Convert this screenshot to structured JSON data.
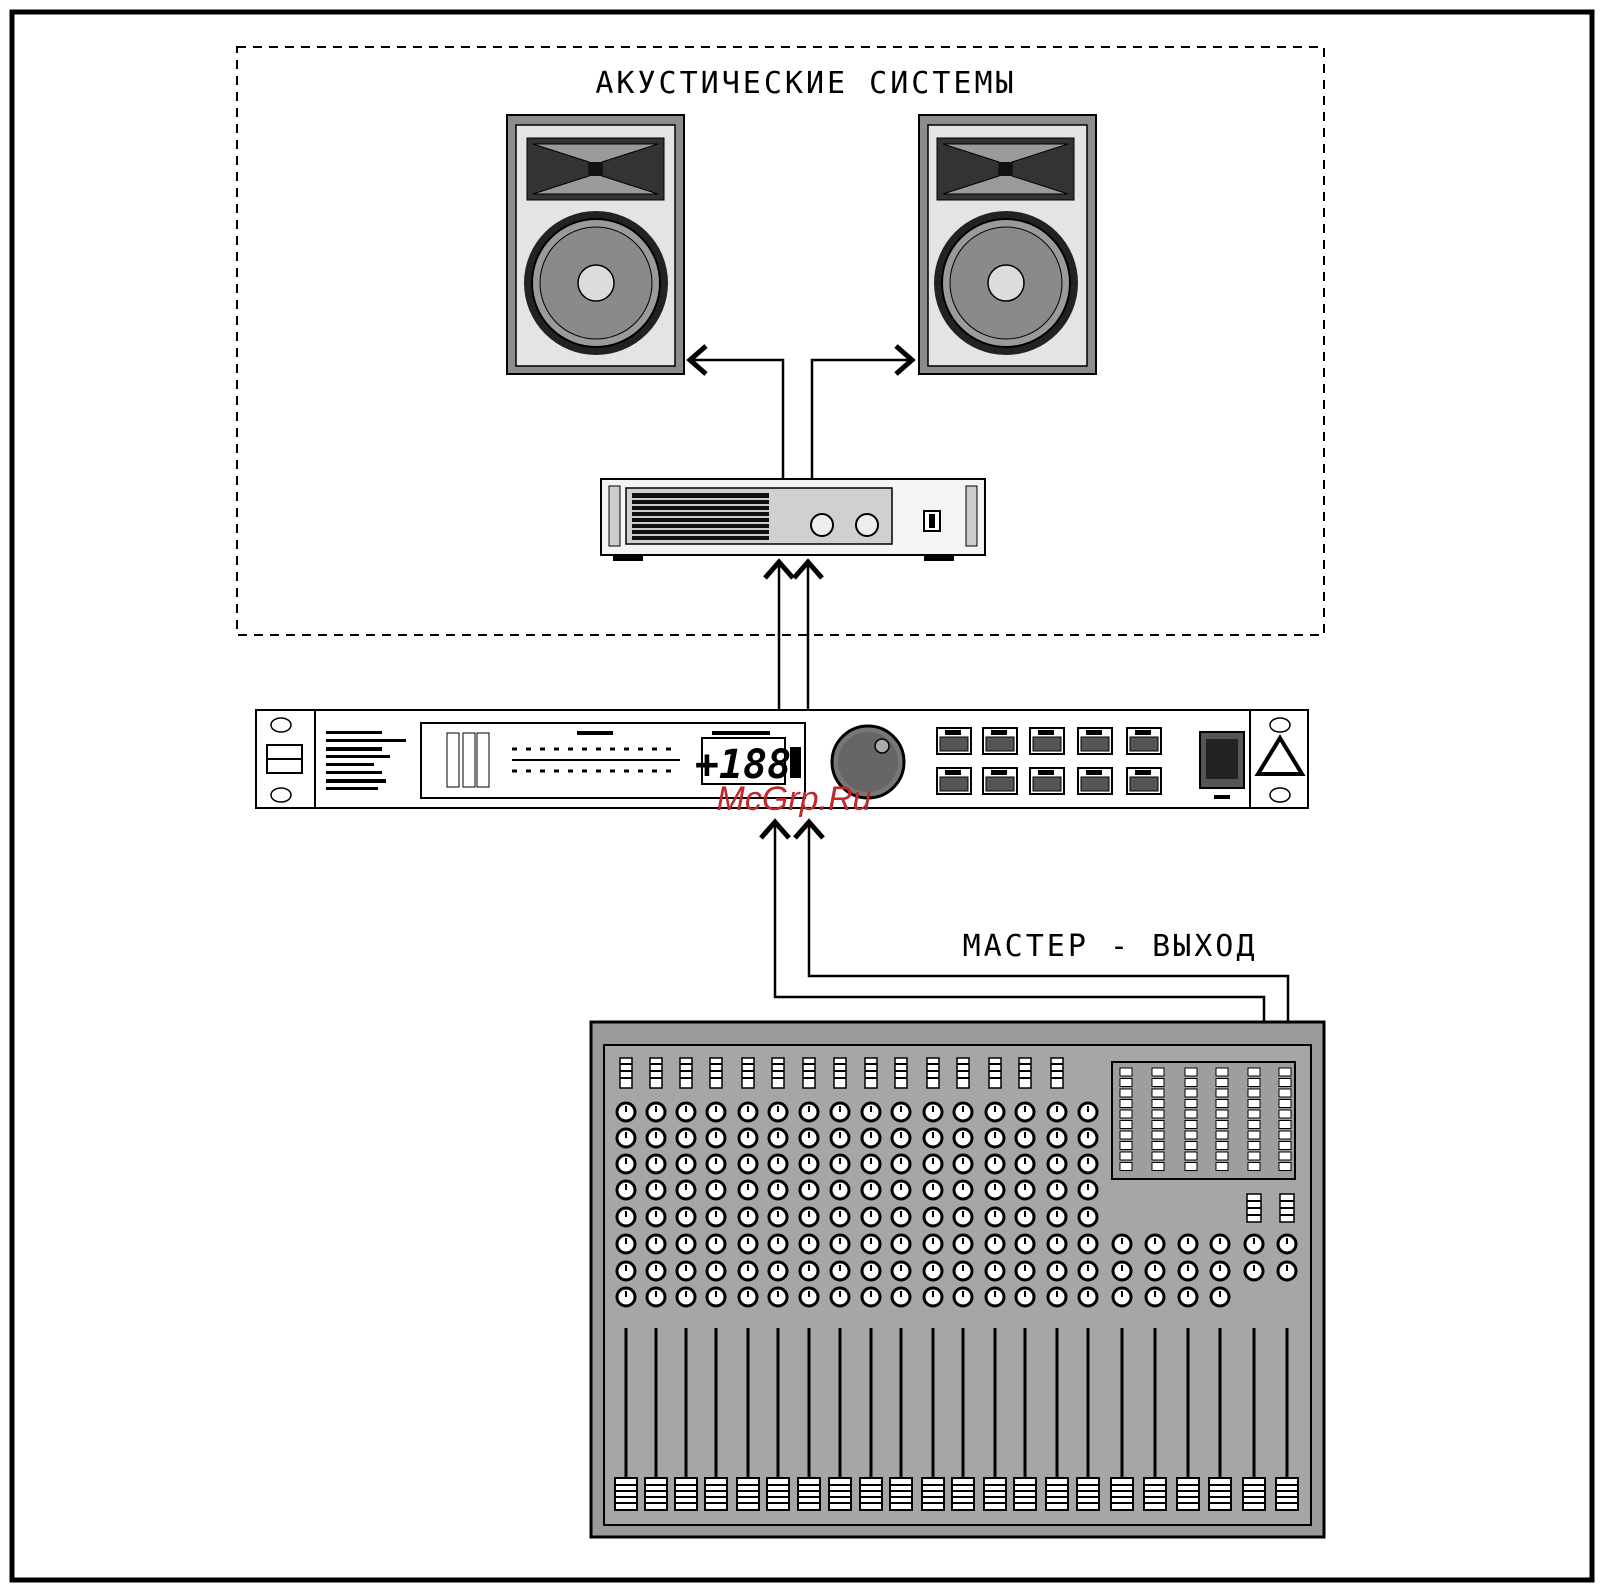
{
  "labels": {
    "speakers_group": "АКУСТИЧЕСКИЕ СИСТЕМЫ",
    "master_output": "МАСТЕР - ВЫХОД"
  },
  "processor": {
    "display_value": "+188"
  },
  "watermark": "McGrp.Ru",
  "colors": {
    "line": "#000000",
    "panel_fill": "#d6d6d6",
    "panel_dark": "#8c8c8c",
    "mixer_fill": "#9a9a9a",
    "watermark": "#c0282a"
  }
}
